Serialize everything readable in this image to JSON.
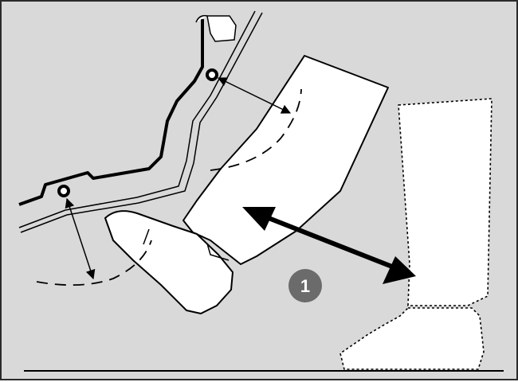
{
  "diagram": {
    "callout": {
      "label": "1"
    },
    "colors": {
      "background": "#d9d9d9",
      "frame": "#2a2a2a",
      "ink": "#000000",
      "fill": "#ffffff",
      "badge": "#6b6b6b",
      "badge_text": "#ffffff"
    },
    "parts": [
      "seat-outline",
      "seat-cushion-outline",
      "floor-line",
      "lap-belt-anchor",
      "shoulder-belt-anchor",
      "leg-near-pedal",
      "shoe-near-pedal",
      "leg-extended-dotted",
      "shoe-extended-dotted",
      "seat-travel-arrow",
      "lap-distance-arrow",
      "shoulder-distance-arrow"
    ]
  }
}
